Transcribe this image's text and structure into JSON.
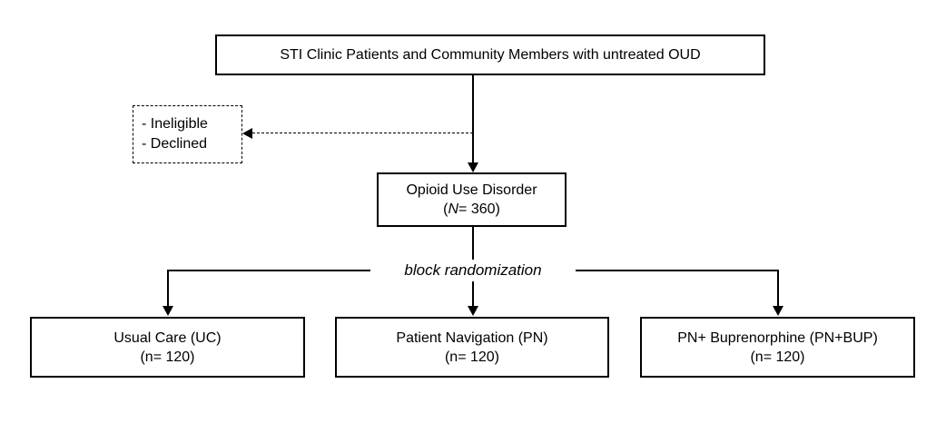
{
  "flowchart": {
    "top_box": {
      "label": "STI Clinic Patients and Community Members with untreated OUD"
    },
    "exclusion_box": {
      "items": [
        "- Ineligible",
        "- Declined"
      ]
    },
    "oud_box": {
      "title": "Opioid Use Disorder",
      "count_open": "(",
      "count_symbol": "N",
      "count_rest": "= 360)"
    },
    "randomization_label": "block randomization",
    "arms": [
      {
        "title": "Usual Care (UC)",
        "count": "(n= 120)"
      },
      {
        "title": "Patient Navigation (PN)",
        "count": "(n= 120)"
      },
      {
        "title": "PN+ Buprenorphine (PN+BUP)",
        "count": "(n= 120)"
      }
    ],
    "colors": {
      "line": "#000000",
      "text": "#000000",
      "background": "#ffffff"
    }
  }
}
